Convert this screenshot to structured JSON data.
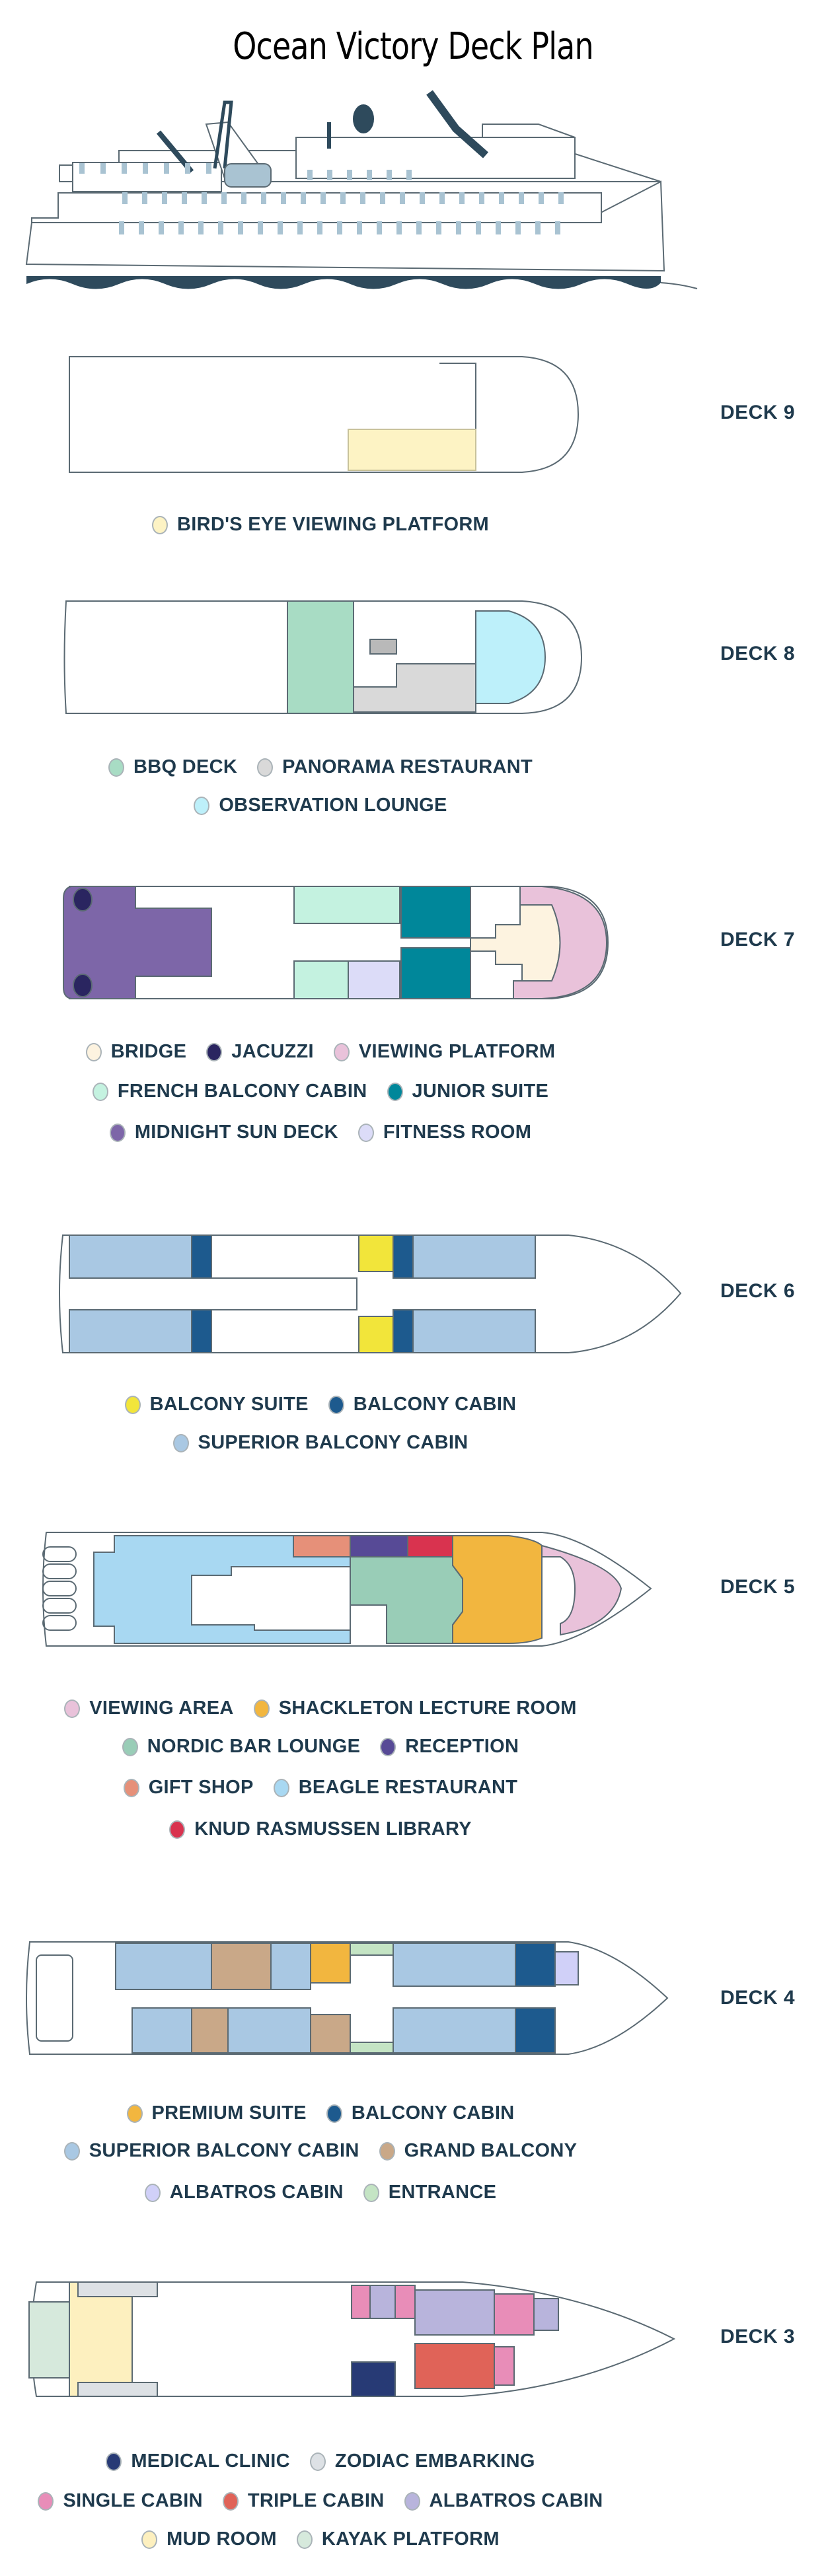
{
  "title": "Ocean Victory Deck Plan",
  "decks": [
    {
      "label": "DECK 9",
      "legend": [
        [
          {
            "label": "BIRD'S EYE VIEWING PLATFORM",
            "color": "#fdf3c4"
          }
        ]
      ]
    },
    {
      "label": "DECK 8",
      "legend": [
        [
          {
            "label": "BBQ DECK",
            "color": "#a8dcc4"
          },
          {
            "label": "PANORAMA RESTAURANT",
            "color": "#d9d9d9"
          }
        ],
        [
          {
            "label": "OBSERVATION LOUNGE",
            "color": "#bdf0fa"
          }
        ]
      ]
    },
    {
      "label": "DECK 7",
      "legend": [
        [
          {
            "label": "BRIDGE",
            "color": "#fdf3e0"
          },
          {
            "label": "JACUZZI",
            "color": "#2a2560"
          },
          {
            "label": "VIEWING PLATFORM",
            "color": "#e9c2da"
          }
        ],
        [
          {
            "label": "FRENCH BALCONY CABIN",
            "color": "#c4f2e0"
          },
          {
            "label": "JUNIOR SUITE",
            "color": "#00879a"
          }
        ],
        [
          {
            "label": "MIDNIGHT SUN DECK",
            "color": "#7d66a8"
          },
          {
            "label": "FITNESS ROOM",
            "color": "#dcdcf8"
          }
        ]
      ]
    },
    {
      "label": "DECK 6",
      "legend": [
        [
          {
            "label": "BALCONY SUITE",
            "color": "#f2e53a"
          },
          {
            "label": "BALCONY CABIN",
            "color": "#1d5a8e"
          }
        ],
        [
          {
            "label": "SUPERIOR BALCONY CABIN",
            "color": "#a9c8e3"
          }
        ]
      ]
    },
    {
      "label": "DECK 5",
      "legend": [
        [
          {
            "label": "VIEWING AREA",
            "color": "#e9c2da"
          },
          {
            "label": "SHACKLETON LECTURE ROOM",
            "color": "#f2b63f"
          }
        ],
        [
          {
            "label": "NORDIC BAR LOUNGE",
            "color": "#99cdb7"
          },
          {
            "label": "RECEPTION",
            "color": "#574a96"
          }
        ],
        [
          {
            "label": "GIFT SHOP",
            "color": "#e69079"
          },
          {
            "label": "BEAGLE RESTAURANT",
            "color": "#a8d8f2"
          }
        ],
        [
          {
            "label": "KNUD RASMUSSEN LIBRARY",
            "color": "#d9334f"
          }
        ]
      ]
    },
    {
      "label": "DECK 4",
      "legend": [
        [
          {
            "label": "PREMIUM SUITE",
            "color": "#f2b63f"
          },
          {
            "label": "BALCONY CABIN",
            "color": "#1d5a8e"
          }
        ],
        [
          {
            "label": "SUPERIOR BALCONY CABIN",
            "color": "#a9c8e3"
          },
          {
            "label": "GRAND BALCONY",
            "color": "#c9a888"
          }
        ],
        [
          {
            "label": "ALBATROS CABIN",
            "color": "#d0d0f8"
          },
          {
            "label": "ENTRANCE",
            "color": "#c4e4c4"
          }
        ]
      ]
    },
    {
      "label": "DECK 3",
      "legend": [
        [
          {
            "label": "MEDICAL CLINIC",
            "color": "#273a75"
          },
          {
            "label": "ZODIAC EMBARKING",
            "color": "#dde1e5"
          }
        ],
        [
          {
            "label": "SINGLE CABIN",
            "color": "#e88db8"
          },
          {
            "label": "TRIPLE CABIN",
            "color": "#e06358"
          },
          {
            "label": "ALBATROS CABIN",
            "color": "#b8b4dc"
          }
        ],
        [
          {
            "label": "MUD ROOM",
            "color": "#fdf0bf"
          },
          {
            "label": "KAYAK PLATFORM",
            "color": "#d6e9dc"
          }
        ]
      ]
    }
  ]
}
